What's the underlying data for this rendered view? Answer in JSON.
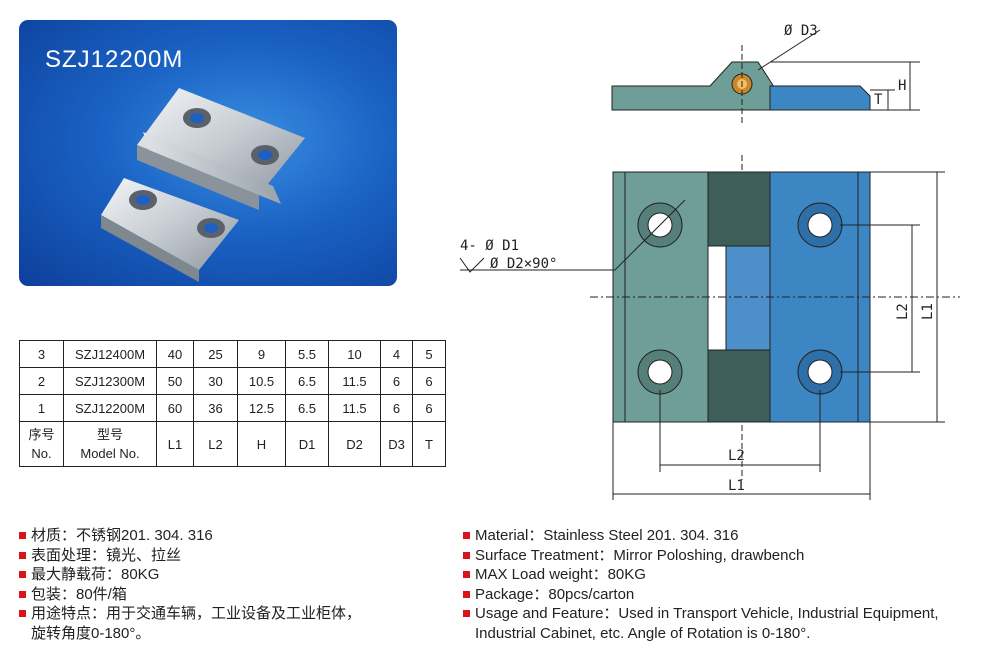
{
  "photo": {
    "title": "SZJ12200M"
  },
  "drawing": {
    "d3": "Ø D3",
    "h": "H",
    "t": "T",
    "holes": "4- Ø D1",
    "countersink": "Ø D2×90°",
    "l1_side": "L1",
    "l2_side": "L2",
    "l2_bottom": "L2",
    "l1_bottom": "L1"
  },
  "table": {
    "rows": [
      [
        "3",
        "SZJ12400M",
        "40",
        "25",
        "9",
        "5.5",
        "10",
        "4",
        "5"
      ],
      [
        "2",
        "SZJ12300M",
        "50",
        "30",
        "10.5",
        "6.5",
        "11.5",
        "6",
        "6"
      ],
      [
        "1",
        "SZJ12200M",
        "60",
        "36",
        "12.5",
        "6.5",
        "11.5",
        "6",
        "6"
      ]
    ],
    "header": {
      "no_cn": "序号",
      "no_en": "No.",
      "model_cn": "型号",
      "model_en": "Model No.",
      "cols": [
        "L1",
        "L2",
        "H",
        "D1",
        "D2",
        "D3",
        "T"
      ]
    }
  },
  "specs_cn": [
    "材质：不锈钢201. 304. 316",
    "表面处理：镜光、拉丝",
    "最大静载荷：80KG",
    "包装：80件/箱",
    "用途特点：用于交通车辆，工业设备及工业柜体，",
    "旋转角度0-180°。"
  ],
  "specs_en": [
    "Material：Stainless Steel 201. 304. 316",
    "Surface Treatment：Mirror Poloshing, drawbench",
    "MAX Load weight：80KG",
    "Package：80pcs/carton",
    "Usage and Feature：Used in Transport Vehicle, Industrial Equipment,",
    "Industrial Cabinet, etc. Angle of Rotation is 0-180°."
  ],
  "colors": {
    "bullet": "#d8141b",
    "panel": "#1a62c4",
    "left_leaf": "#6f9d97",
    "right_leaf": "#3d86c4"
  }
}
